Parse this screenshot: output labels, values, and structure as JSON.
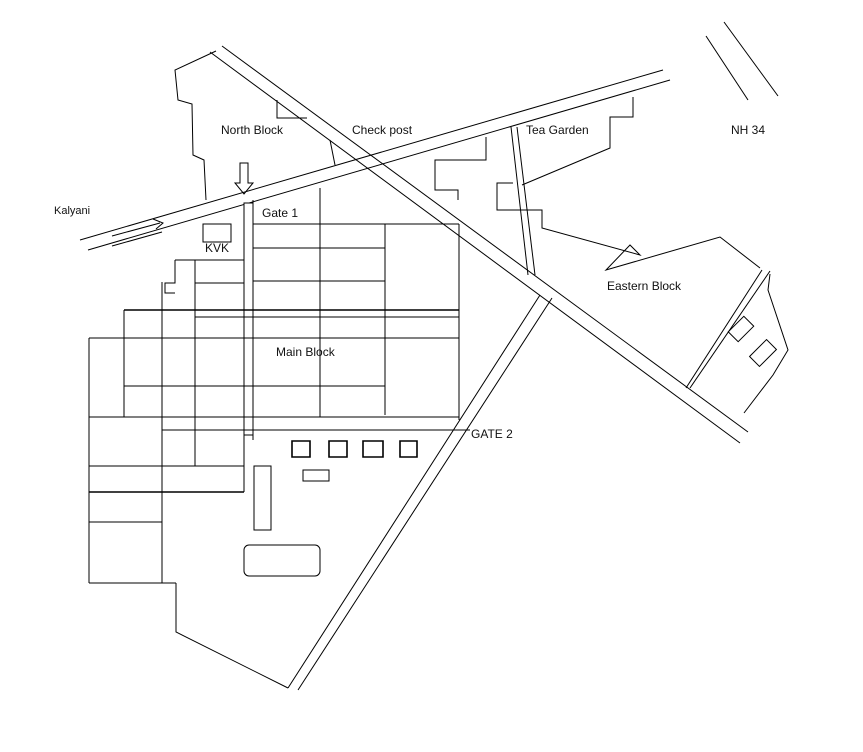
{
  "labels": {
    "north_block": "North Block",
    "check_post": "Check post",
    "tea_garden": "Tea Garden",
    "nh34": "NH 34",
    "kalyani": "Kalyani",
    "gate1": "Gate 1",
    "kvk": "KVK",
    "eastern_block": "Eastern Block",
    "main_block": "Main Block",
    "gate2": "GATE 2"
  }
}
